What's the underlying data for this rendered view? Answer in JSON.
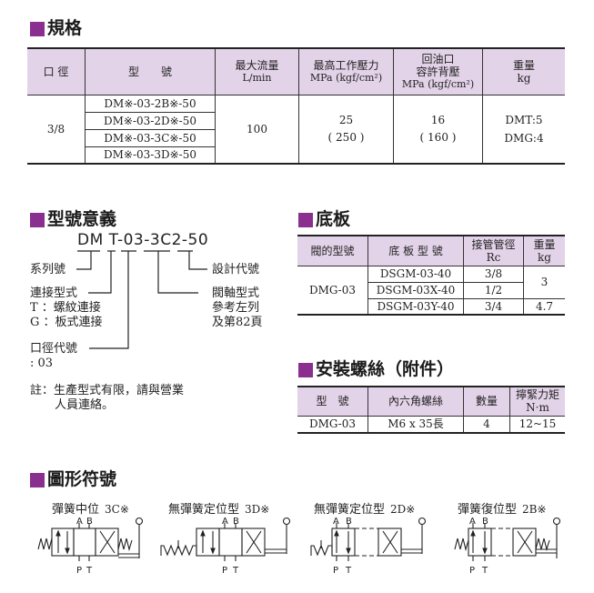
{
  "specs": {
    "title": "規格",
    "headers": {
      "bore": "口 徑",
      "model": "型　　號",
      "flow": "最大流量",
      "flow_unit": "L/min",
      "pressure": "最高工作壓力",
      "pressure_unit": "MPa (kgf/cm²)",
      "back_pressure_1": "回油口",
      "back_pressure_2": "容許背壓",
      "back_pressure_unit": "MPa (kgf/cm²)",
      "weight": "重量",
      "weight_unit": "kg"
    },
    "bore": "3/8",
    "models": [
      "DM※-03-2B※-50",
      "DM※-03-2D※-50",
      "DM※-03-3C※-50",
      "DM※-03-3D※-50"
    ],
    "flow": "100",
    "pressure": "25",
    "pressure_kgf": "( 250 )",
    "back_pressure": "16",
    "back_pressure_kgf": "( 160 )",
    "weight_dmt": "DMT:5",
    "weight_dmg": "DMG:4"
  },
  "model_meaning": {
    "title": "型號意義",
    "code": "DM T-03-3C2-50",
    "series": "系列號",
    "connection": "連接型式",
    "connection_t": "T ：螺紋連接",
    "connection_g": "G ：板式連接",
    "bore_code": "口徑代號",
    "bore_value": ": 03",
    "design_code": "設計代號",
    "spool_type": "閥軸型式",
    "spool_ref1": "參考左列",
    "spool_ref2": "及第82頁",
    "note1": "註：生產型式有限，請與營業",
    "note2": "人員連絡。"
  },
  "subplate": {
    "title": "底板",
    "headers": {
      "valve": "閥的型號",
      "plate": "底 板 型 號",
      "port": "接管管徑",
      "port_unit": "Rc",
      "weight": "重量",
      "weight_unit": "kg"
    },
    "valve": "DMG-03",
    "rows": [
      {
        "plate": "DSGM-03-40",
        "port": "3/8"
      },
      {
        "plate": "DSGM-03X-40",
        "port": "1/2"
      },
      {
        "plate": "DSGM-03Y-40",
        "port": "3/4"
      }
    ],
    "weight_a": "3",
    "weight_b": "4.7"
  },
  "bolts": {
    "title": "安裝螺絲（附件）",
    "headers": {
      "model": "型　號",
      "bolt": "內六角螺絲",
      "qty": "數量",
      "torque": "擰緊力矩",
      "torque_unit": "N·m"
    },
    "model": "DMG-03",
    "bolt": "M6 x 35長",
    "qty": "4",
    "torque": "12~15"
  },
  "symbols": {
    "title": "圖形符號",
    "items": [
      {
        "label": "彈簧中位",
        "code": "3C※"
      },
      {
        "label": "無彈簧定位型",
        "code": "3D※"
      },
      {
        "label": "無彈簧定位型",
        "code": "2D※"
      },
      {
        "label": "彈簧復位型",
        "code": "2B※"
      }
    ],
    "port_a": "A",
    "port_b": "B",
    "port_p": "P",
    "port_t": "T"
  }
}
